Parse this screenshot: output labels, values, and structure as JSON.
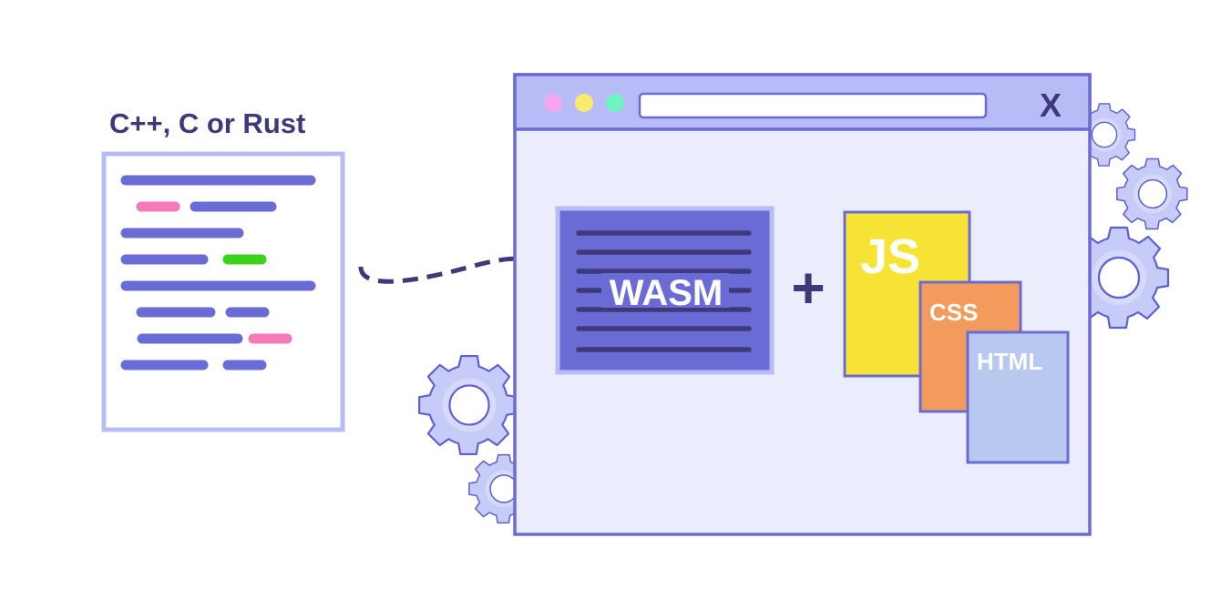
{
  "source": {
    "title": "C++, C or Rust"
  },
  "browser": {
    "close_glyph": "X",
    "address_value": ""
  },
  "wasm": {
    "label": "WASM"
  },
  "combine": {
    "plus_glyph": "+"
  },
  "files": {
    "js": "JS",
    "css": "CSS",
    "html": "HTML"
  },
  "colors": {
    "accent_purple": "#6B6BD6",
    "dark_text": "#3C3A7A",
    "light_lavender": "#B8BCF6",
    "browser_body": "#ECEDFC",
    "dot_pink": "#F6A6F0",
    "dot_yellow": "#F7EA6D",
    "dot_green": "#6FF3C2",
    "code_pink": "#F47AB8",
    "code_green": "#3BD21A",
    "js_yellow": "#F7E336",
    "css_orange": "#F29B5C",
    "html_blue": "#B8C8EE"
  }
}
